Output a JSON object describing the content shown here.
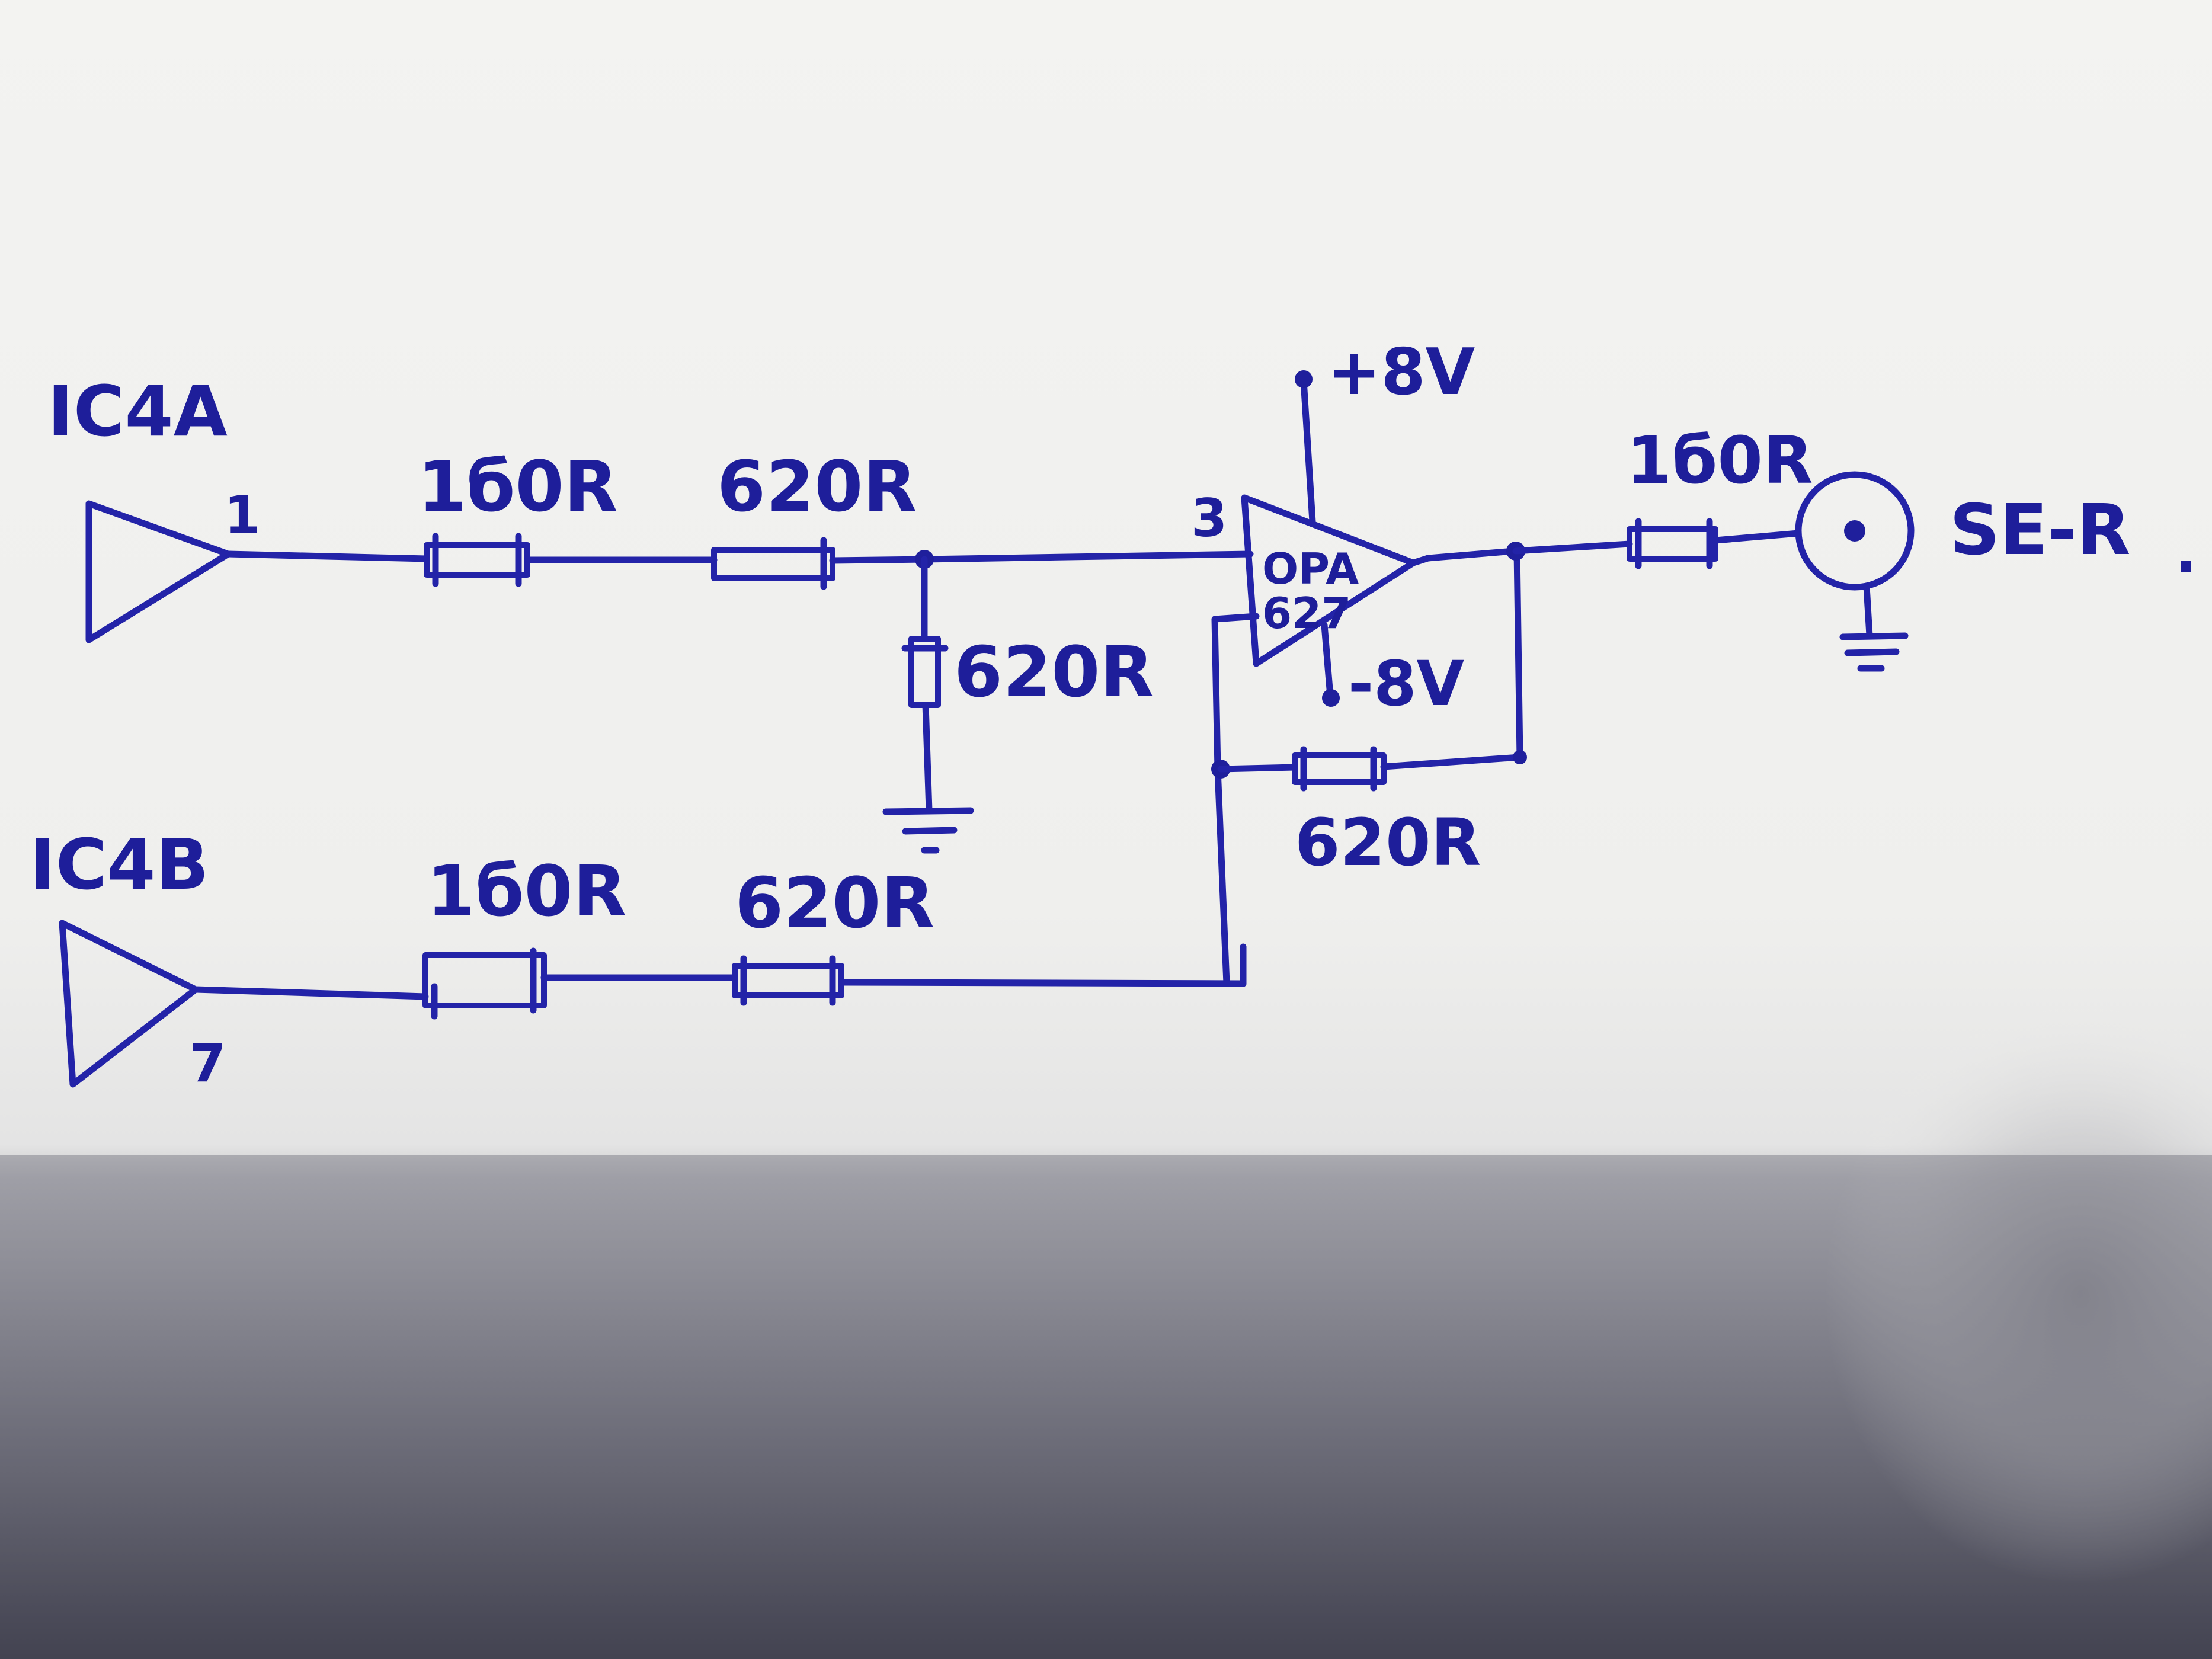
{
  "schematic": {
    "upper_buffer": {
      "name": "IC4A",
      "pin": "1"
    },
    "lower_buffer": {
      "name": "IC4B",
      "pin": "7"
    },
    "upper_series_resistors": [
      "1б0R",
      "620R"
    ],
    "lower_series_resistors": [
      "1б0R",
      "620R"
    ],
    "shunt_resistor": "620R",
    "feedback_resistor": "620R",
    "opamp": {
      "label_line1": "OPA",
      "label_line2": "627",
      "input_pin": "3",
      "positive_supply": "+8V",
      "negative_supply": "-8V"
    },
    "output_resistor": "1б0R",
    "output_label": "SE-R",
    "trailing_mark": "."
  },
  "colors": {
    "ink": "#2323a8",
    "paper": "#f4f4f2",
    "shadow": "#3f3f4f"
  }
}
